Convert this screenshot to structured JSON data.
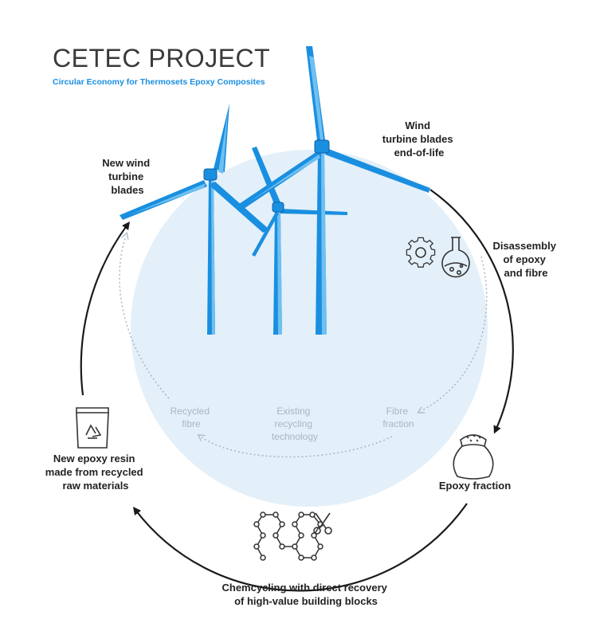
{
  "header": {
    "title": "CETEC PROJECT",
    "subtitle": "Circular Economy for Thermosets Epoxy Composites"
  },
  "cycle": {
    "new_blades": [
      "New wind",
      "turbine",
      "blades"
    ],
    "end_of_life": [
      "Wind",
      "turbine blades",
      "end-of-life"
    ],
    "disassembly": [
      "Disassembly",
      "of epoxy",
      "and fibre"
    ],
    "epoxy_fraction": "Epoxy fraction",
    "chemcycling": [
      "Chemcycling with direct recovery",
      "of high-value building blocks"
    ],
    "new_resin": [
      "New epoxy resin",
      "made from recycled",
      "raw materials"
    ]
  },
  "existing": {
    "recycled_fibre": [
      "Recycled",
      "fibre"
    ],
    "technology": [
      "Existing",
      "recycling",
      "technology"
    ],
    "fibre_fraction": [
      "Fibre",
      "fraction"
    ]
  },
  "colors": {
    "blue": "#1a8fe0",
    "light_blue": "#6fc0f0",
    "circle_fill": "#e3f0fa",
    "arrow": "#1a1a1a",
    "dotted": "#a9b6c0"
  },
  "icons": [
    "gear-icon",
    "flask-icon",
    "sack-icon",
    "molecule-icon",
    "scissors-icon",
    "recycle-bucket-icon"
  ]
}
